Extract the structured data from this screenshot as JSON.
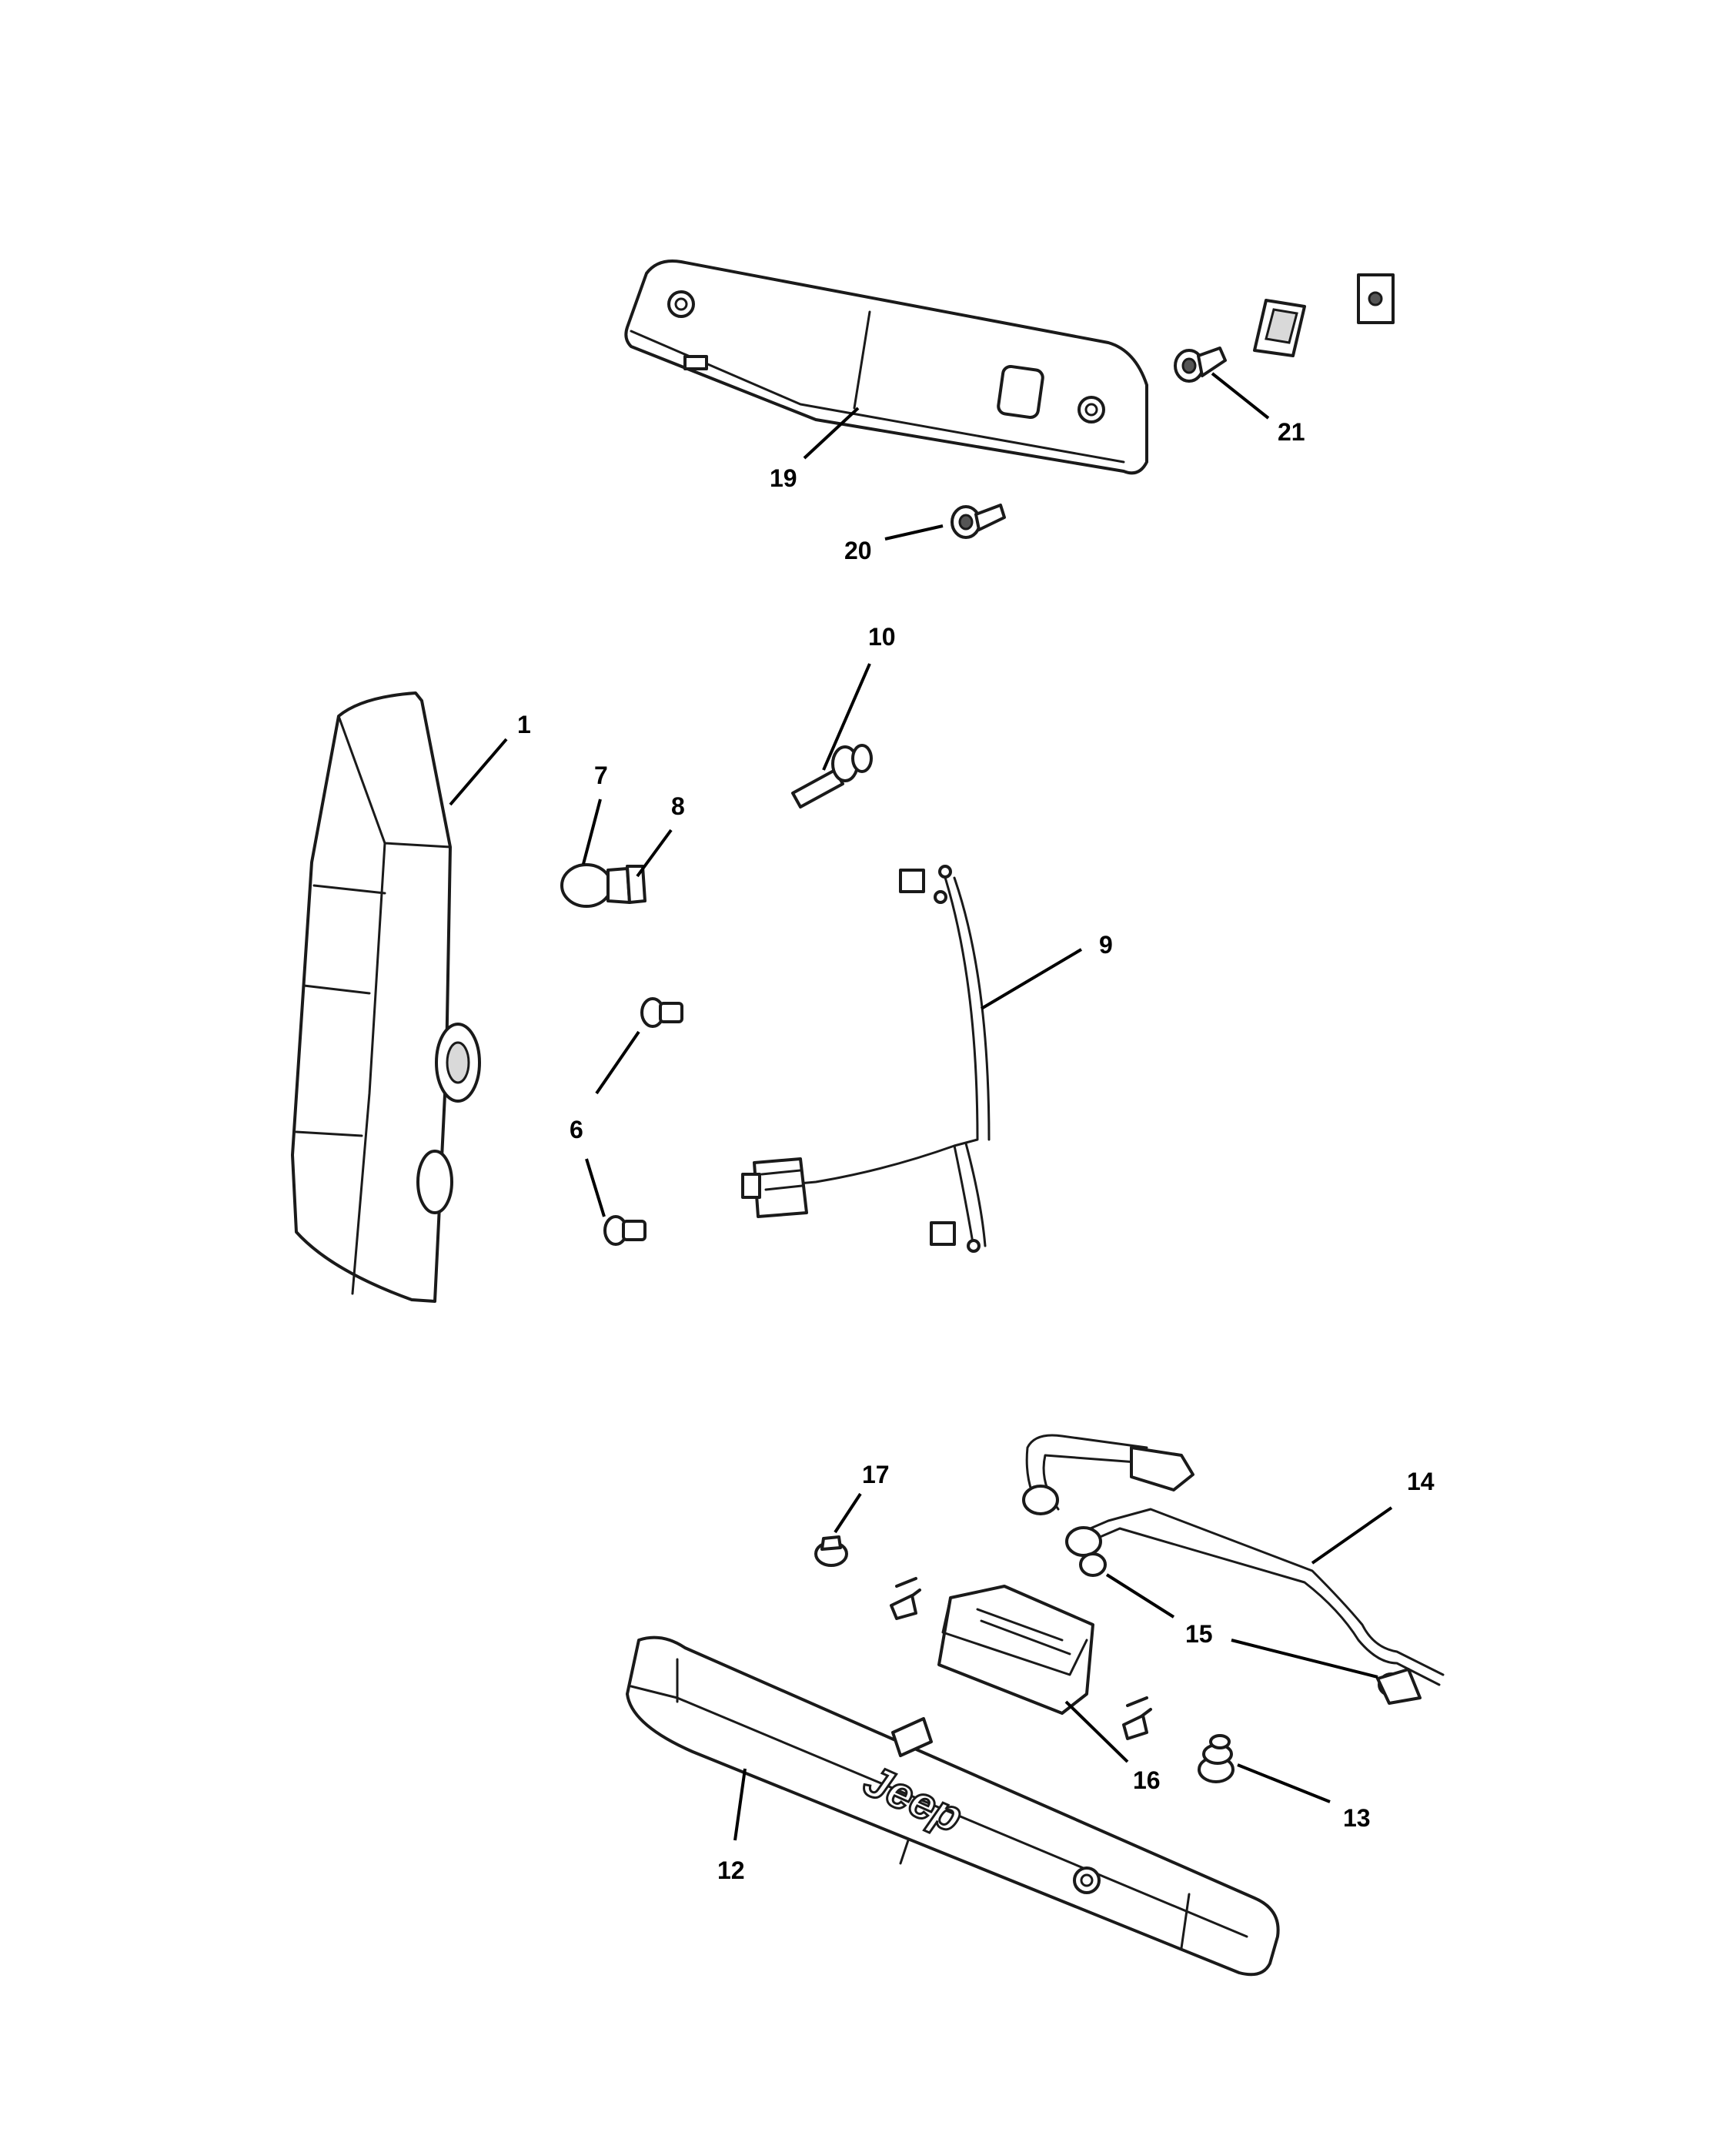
{
  "callouts": {
    "c1": "1",
    "c6": "6",
    "c7": "7",
    "c8": "8",
    "c9": "9",
    "c10": "10",
    "c12": "12",
    "c13": "13",
    "c14": "14",
    "c15": "15",
    "c16": "16",
    "c17": "17",
    "c19": "19",
    "c20": "20",
    "c21": "21"
  },
  "emblem_text": "Jeep"
}
